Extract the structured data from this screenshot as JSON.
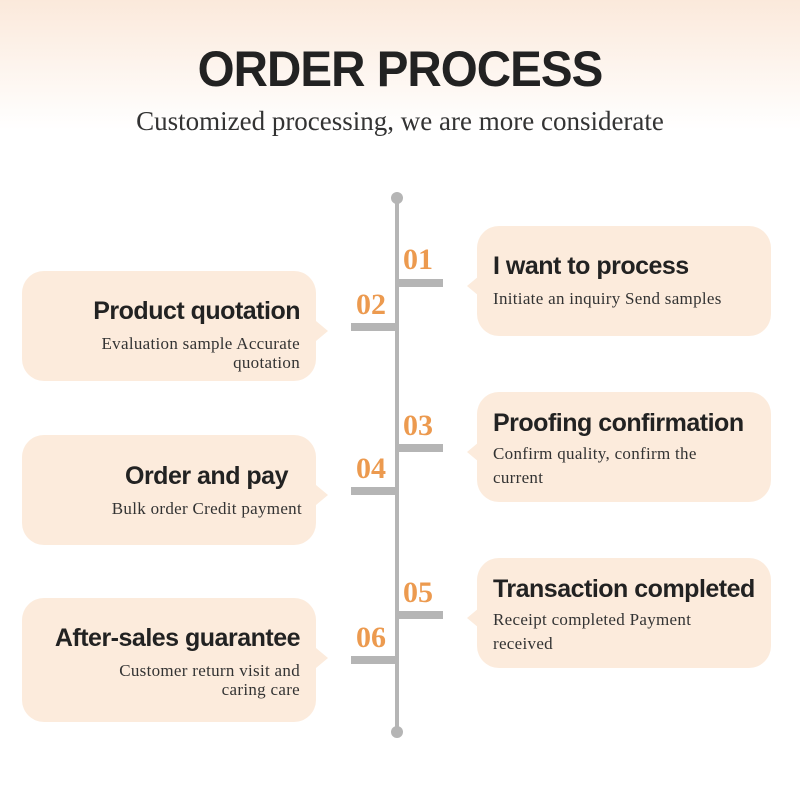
{
  "header": {
    "title": "ORDER PROCESS",
    "subtitle": "Customized processing, we are more considerate"
  },
  "steps": [
    {
      "number": "01",
      "title": "I want to process",
      "description": "Initiate an inquiry Send samples"
    },
    {
      "number": "02",
      "title": "Product quotation",
      "description": "Evaluation sample Accurate quotation"
    },
    {
      "number": "03",
      "title": "Proofing confirmation",
      "description": "Confirm quality, confirm the current"
    },
    {
      "number": "04",
      "title": "Order and pay",
      "description": "Bulk order Credit payment"
    },
    {
      "number": "05",
      "title": "Transaction completed",
      "description": "Receipt completed Payment received"
    },
    {
      "number": "06",
      "title": "After-sales guarantee",
      "description": "Customer return visit and caring care"
    }
  ],
  "colors": {
    "accent": "#ec9a4f",
    "bubble": "#fcebdc",
    "line": "#b5b5b5"
  }
}
